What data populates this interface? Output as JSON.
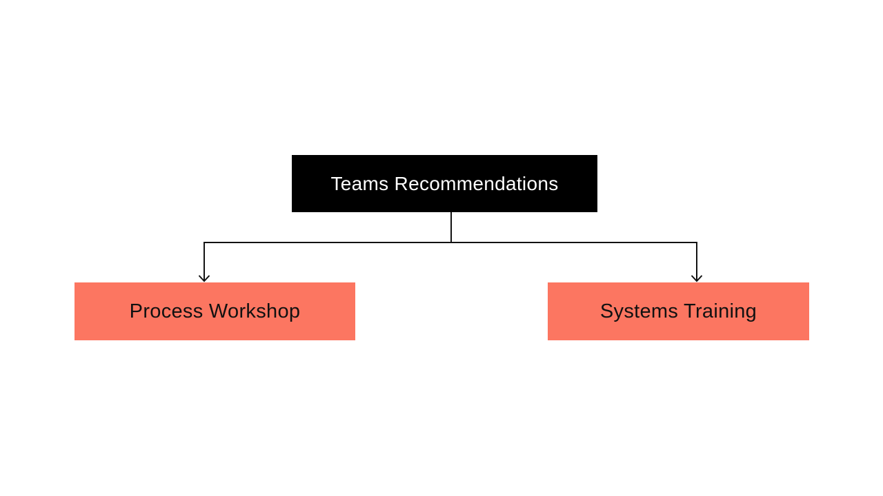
{
  "page": {
    "background_color": "#ffffff"
  },
  "diagram": {
    "type": "flowchart",
    "connector_color": "#111111",
    "root": {
      "label": "Teams Recommendations",
      "fill": "#000000",
      "text_color": "#ffffff"
    },
    "children": [
      {
        "label": "Process Workshop",
        "fill": "#FC7661",
        "text_color": "#111111"
      },
      {
        "label": "Systems Training",
        "fill": "#FC7661",
        "text_color": "#111111"
      }
    ]
  }
}
